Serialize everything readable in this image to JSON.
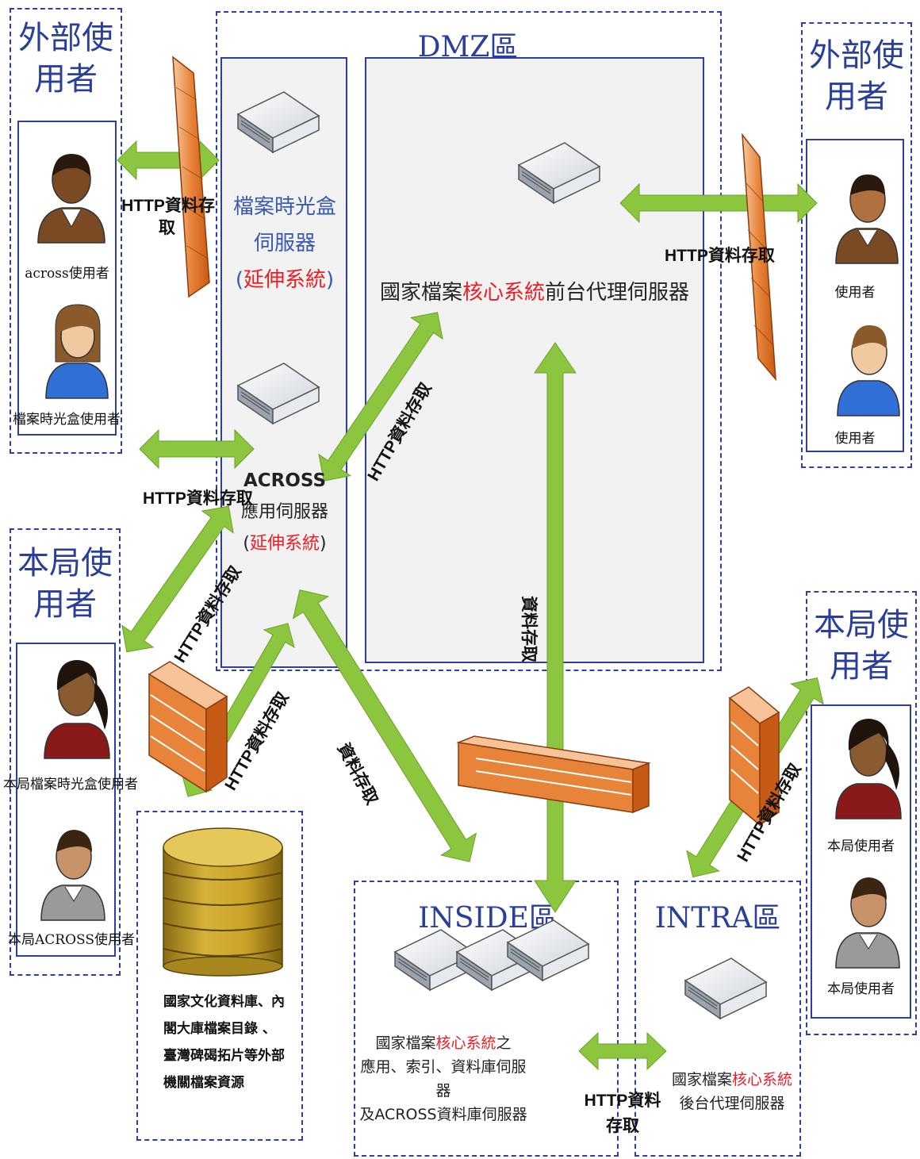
{
  "zones": {
    "dmz": "DMZ區",
    "inside": "INSIDE區",
    "intra": "INTRA區",
    "external_users_left": "外部使用者",
    "external_users_right": "外部使用者",
    "local_users_left": "本局使用者",
    "local_users_right": "本局使用者"
  },
  "users": {
    "across_user": "across使用者",
    "timebox_user": "檔案時光盒使用者",
    "right_user_1": "使用者",
    "right_user_2": "使用者",
    "local_timebox_user": "本局檔案時光盒使用者",
    "local_across_user": "本局ACROSS使用者",
    "local_right_user_1": "本局使用者",
    "local_right_user_2": "本局使用者"
  },
  "servers": {
    "timebox": {
      "line1": "檔案時光盒",
      "line2": "伺服器",
      "paren_open": "(",
      "ext": "延伸系統",
      "paren_close": ")"
    },
    "across": {
      "line1": "ACROSS",
      "line2": "應用伺服器",
      "paren_open": "(",
      "ext": "延伸系統",
      "paren_close": ")"
    },
    "front_proxy": {
      "prefix": "國家檔案",
      "core": "核心系統",
      "suffix": "前台代理伺服器"
    },
    "inside": {
      "prefix": "國家檔案",
      "core": "核心系統",
      "suffix": "之",
      "line2": "應用、索引、資料庫伺服器",
      "line3": "及ACROSS資料庫伺服器"
    },
    "back_proxy": {
      "prefix": "國家檔案",
      "core": "核心系統",
      "line2": "後台代理伺服器"
    }
  },
  "database": {
    "line1": "國家文化資料庫、內",
    "line2": "閣大庫檔案目錄 、",
    "line3": "臺灣碑碣拓片等外部",
    "line4": "機關檔案資源"
  },
  "arrows": {
    "a1": "HTTP資料存",
    "a1b": "取",
    "a2": "HTTP資料存取",
    "a3": "HTTP資料存取",
    "a4": "HTTP資料存取",
    "a5": "HTTP資料存取",
    "a6": "資料存取",
    "a7": "資料存取",
    "a8": "HTTP資料存取",
    "a9": "HTTP資料",
    "a9b": "存取"
  },
  "colors": {
    "zone_border": "#2d3fa0",
    "arrow": "#8cc63f",
    "firewall": "#e8833a",
    "highlight": "#ee1c24",
    "database": "#c9a227"
  }
}
